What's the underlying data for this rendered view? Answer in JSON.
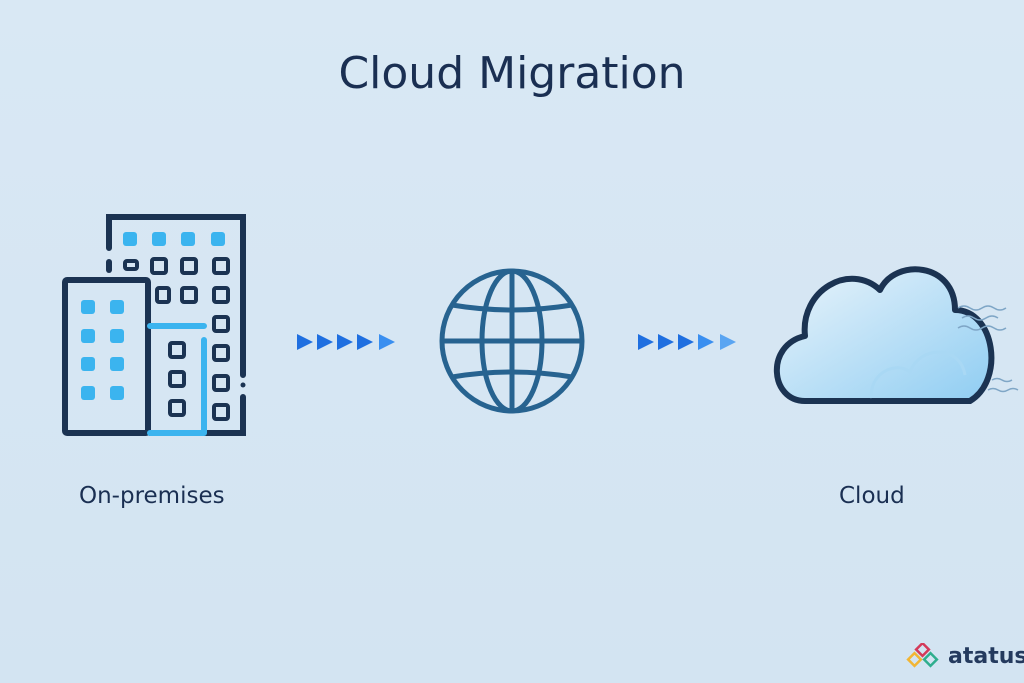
{
  "title": "Cloud Migration",
  "labels": {
    "source": "On-premises",
    "destination": "Cloud"
  },
  "brand": {
    "name": "atatus"
  },
  "colors": {
    "dark": "#1b3352",
    "accent": "#3bb4ef",
    "arrow": "#1f6fe0",
    "globe": "#276390"
  }
}
